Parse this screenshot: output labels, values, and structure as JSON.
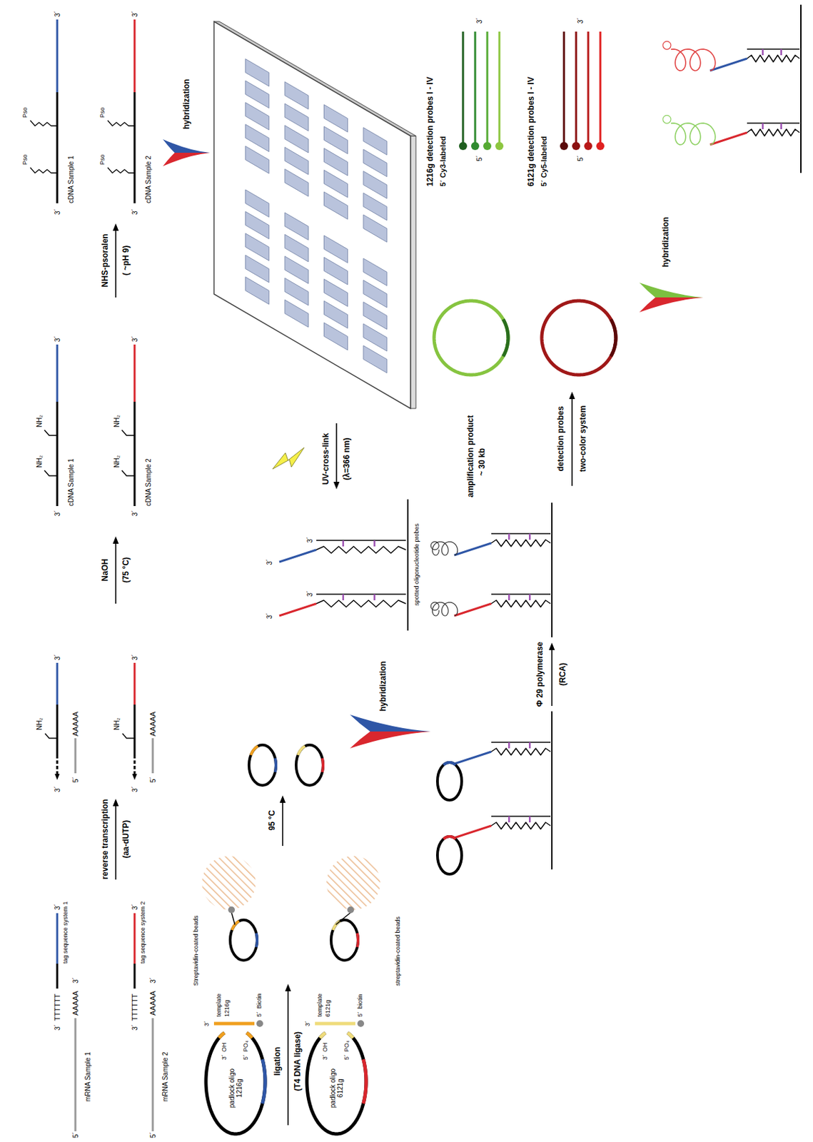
{
  "diagram": {
    "nodes": [
      {
        "text": [
          "padlock oligo 1216g"
        ]
      },
      {
        "text": [
          "padlock oligo 6121g"
        ]
      }
    ],
    "labels": [
      "5´",
      "AAAAA",
      "3´",
      "mRNA Sample 1",
      "3´",
      "TTTTTT",
      "tag sequence system 1",
      "3´",
      "5´",
      "AAAAA",
      "3´",
      "mRNA Sample 2",
      "3´",
      "TTTTTT",
      "tag sequence system 2",
      "3´",
      "reverse transcription",
      "(aa-dUTP)",
      "NH₂",
      "3´",
      "3´",
      "5´",
      "AAAAA",
      "NH₂",
      "3´",
      "3´",
      "5´",
      "AAAAA",
      "NaOH",
      "(75 °C)",
      "NH₂",
      "NH₂",
      "3´",
      "3´",
      "cDNA Sample 1",
      "NH₂",
      "NH₂",
      "3´",
      "3´",
      "cDNA Sample 2",
      "NHS-psoralen",
      "( ~pH 9)",
      "Pso",
      "Pso",
      "3´",
      "3´",
      "cDNA Sample 1",
      "Pso",
      "Pso",
      "3´",
      "3´",
      "cDNA Sample 2",
      "3´",
      "OH",
      "5´",
      "PO₄",
      "3´",
      "template",
      "1216g",
      "5´",
      "Biotin",
      "3´",
      "OH",
      "5´",
      "PO₄",
      "3´",
      "template",
      "6121g",
      "5´",
      "biotin",
      "ligation",
      "(T4 DNA ligase)",
      "Streptavidin-coated beads",
      "streptavidin-coated beads",
      "95 °C",
      "hybridization",
      "3´",
      "3´",
      "3´",
      "3´",
      "spotted oligonucleotide probes",
      "UV-cross-link",
      "(λ=366 nm)",
      "hybridization",
      "Φ 29 polymerase",
      "(RCA)",
      "amplification product",
      "~ 30 kb",
      "detection probes",
      "two-color system",
      "1216g detection probes I - IV",
      "5´ Cy3-labeled",
      "5´",
      "3´",
      "6121g detection probes I - IV",
      "5´ Cy5-labeled",
      "5´",
      "3´",
      "hybridization"
    ]
  }
}
